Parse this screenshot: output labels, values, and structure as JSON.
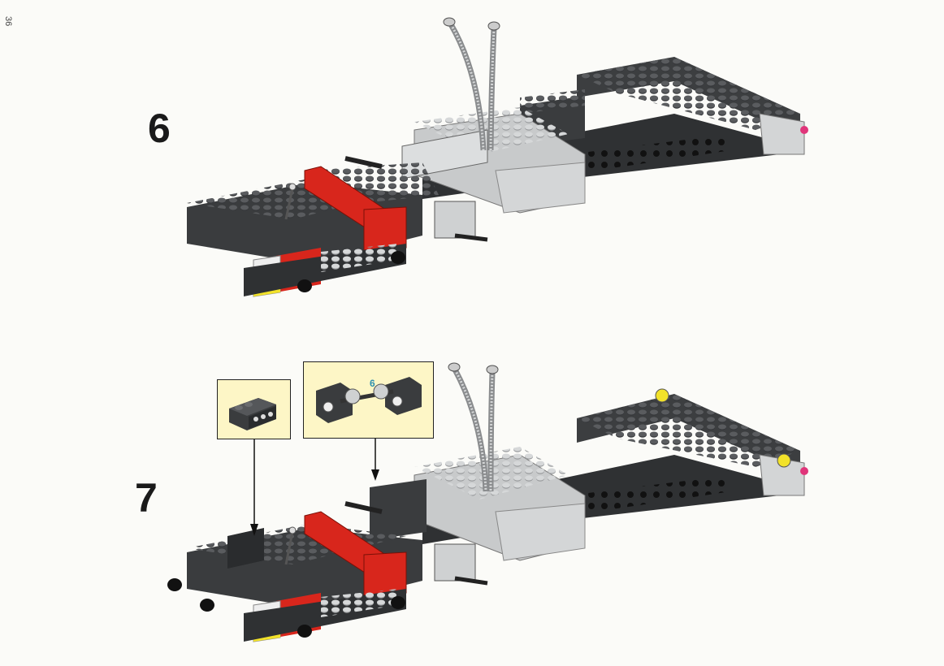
{
  "page": {
    "number": "36"
  },
  "steps": [
    {
      "label": "6"
    },
    {
      "label": "7"
    }
  ],
  "callouts": {
    "part_a": {
      "icon": "panel-brick-icon"
    },
    "part_b": {
      "icon": "axle-gear-assembly-icon",
      "sub_count": "6"
    }
  },
  "colors": {
    "dark_gray": "#4a4c4e",
    "light_gray": "#c9cbcc",
    "red": "#d8261c",
    "yellow": "#f2e22a",
    "pink": "#e0357a",
    "callout_bg": "#fdf6c6"
  }
}
